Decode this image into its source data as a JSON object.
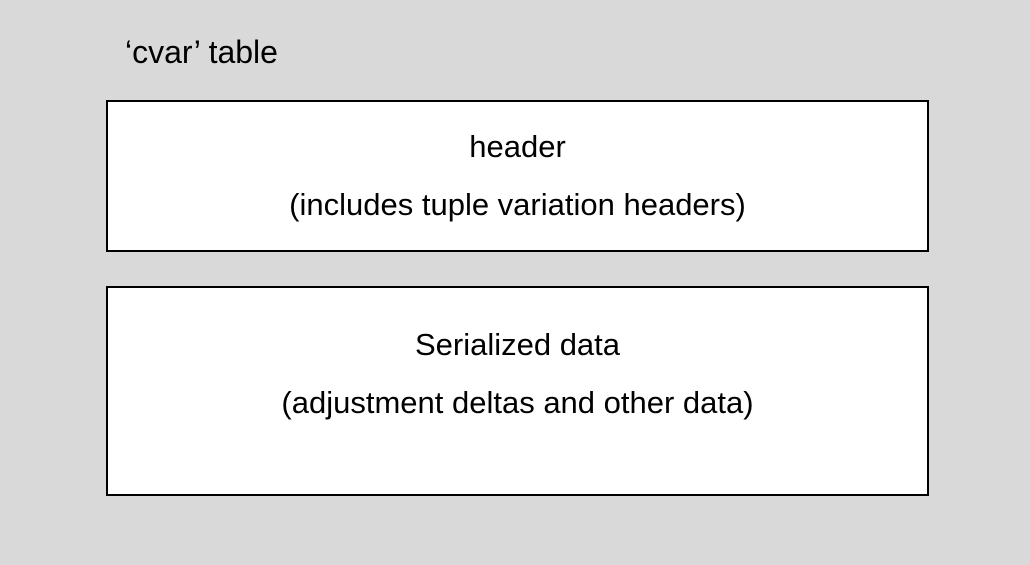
{
  "page": {
    "title": "‘cvar’ table",
    "background_color": "#d9d9d9",
    "box_fill_color": "#ffffff",
    "box_border_color": "#000000",
    "text_color": "#000000"
  },
  "diagram": {
    "boxes": [
      {
        "name": "header",
        "line1": "header",
        "line2": "(includes tuple variation headers)"
      },
      {
        "name": "serialized-data",
        "line1": "Serialized data",
        "line2": "(adjustment deltas and other data)"
      }
    ]
  }
}
